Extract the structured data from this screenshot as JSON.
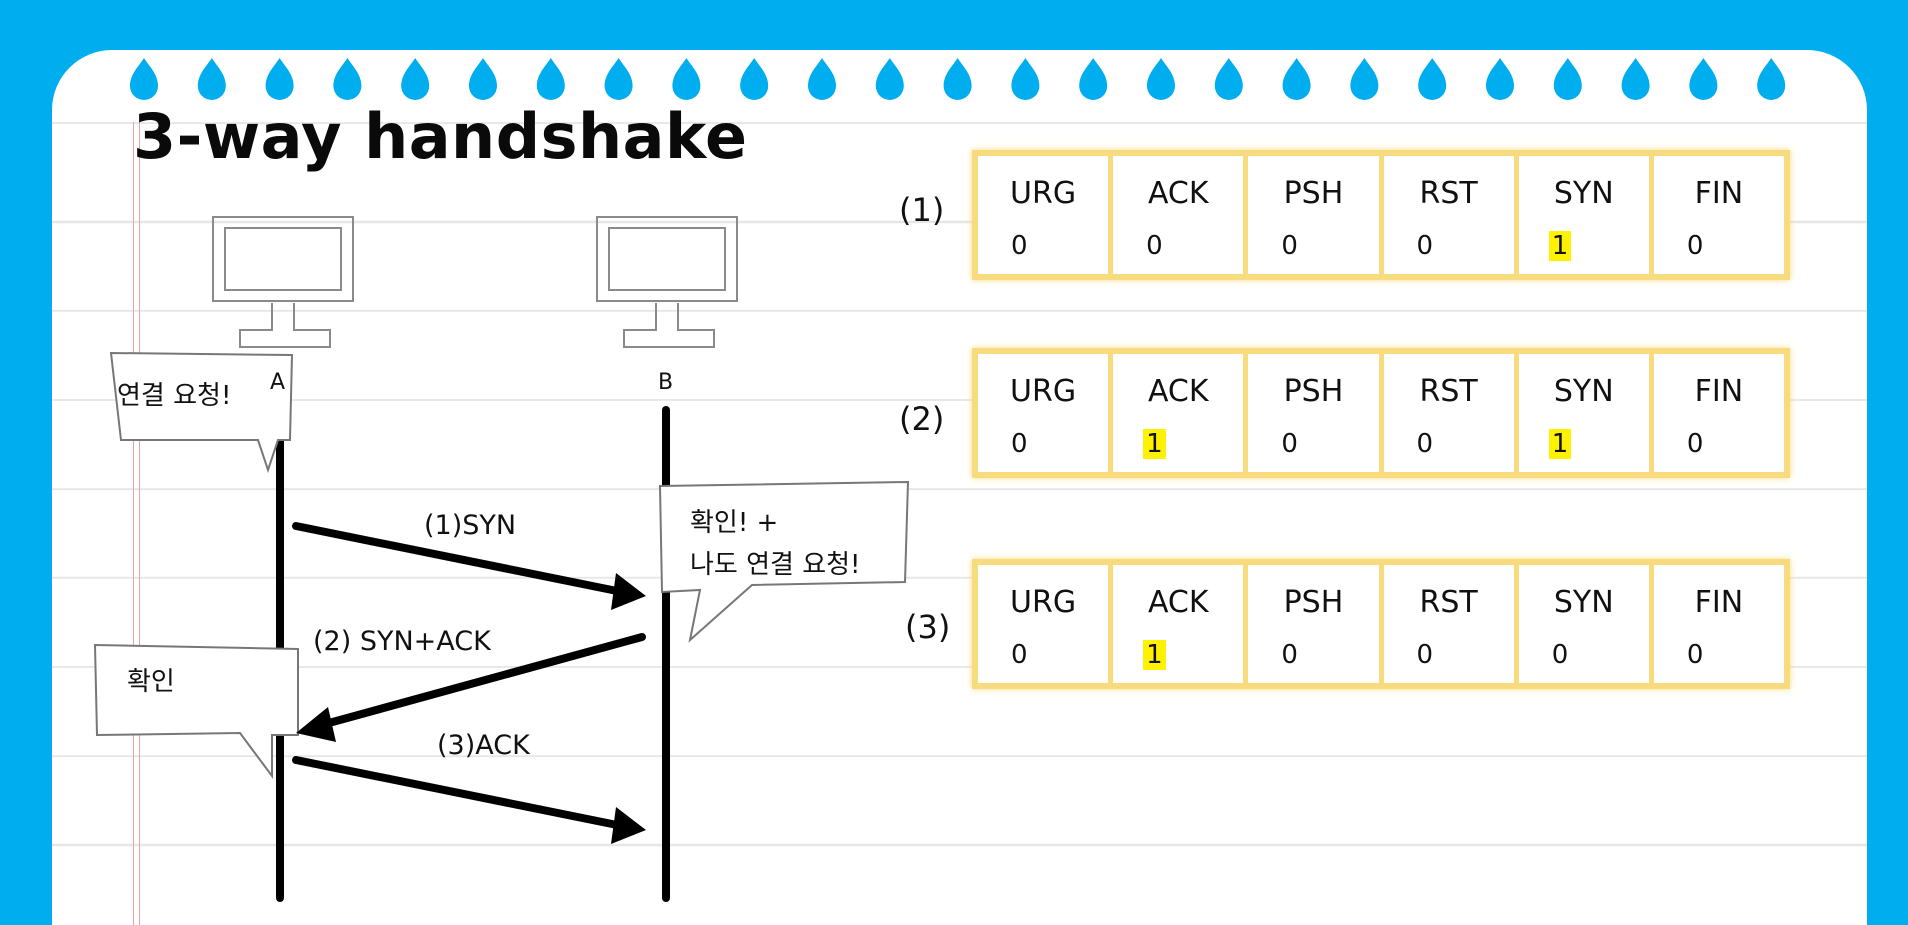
{
  "title": "3-way handshake",
  "hosts": {
    "a_label": "A",
    "b_label": "B"
  },
  "messages": {
    "syn": "(1)SYN",
    "synack": "(2) SYN+ACK",
    "ack": "(3)ACK"
  },
  "bubbles": {
    "a_request": "연결 요청!",
    "b_reply_line1": "확인! +",
    "b_reply_line2": "나도 연결 요청!",
    "a_confirm": "확인"
  },
  "flag_tables": [
    {
      "label": "(1)",
      "flags": [
        {
          "name": "URG",
          "value": "0",
          "highlight": false
        },
        {
          "name": "ACK",
          "value": "0",
          "highlight": false
        },
        {
          "name": "PSH",
          "value": "0",
          "highlight": false
        },
        {
          "name": "RST",
          "value": "0",
          "highlight": false
        },
        {
          "name": "SYN",
          "value": "1",
          "highlight": true
        },
        {
          "name": "FIN",
          "value": "0",
          "highlight": false
        }
      ]
    },
    {
      "label": "(2)",
      "flags": [
        {
          "name": "URG",
          "value": "0",
          "highlight": false
        },
        {
          "name": "ACK",
          "value": "1",
          "highlight": true
        },
        {
          "name": "PSH",
          "value": "0",
          "highlight": false
        },
        {
          "name": "RST",
          "value": "0",
          "highlight": false
        },
        {
          "name": "SYN",
          "value": "1",
          "highlight": true
        },
        {
          "name": "FIN",
          "value": "0",
          "highlight": false
        }
      ]
    },
    {
      "label": "(3)",
      "flags": [
        {
          "name": "URG",
          "value": "0",
          "highlight": false
        },
        {
          "name": "ACK",
          "value": "1",
          "highlight": true
        },
        {
          "name": "PSH",
          "value": "0",
          "highlight": false
        },
        {
          "name": "RST",
          "value": "0",
          "highlight": false
        },
        {
          "name": "SYN",
          "value": "0",
          "highlight": false
        },
        {
          "name": "FIN",
          "value": "0",
          "highlight": false
        }
      ]
    }
  ],
  "colors": {
    "background": "#00AEEF",
    "paper": "#FFFFFF",
    "table_border": "#F7DB7E",
    "highlight": "#FFF200",
    "ink": "#111111"
  }
}
